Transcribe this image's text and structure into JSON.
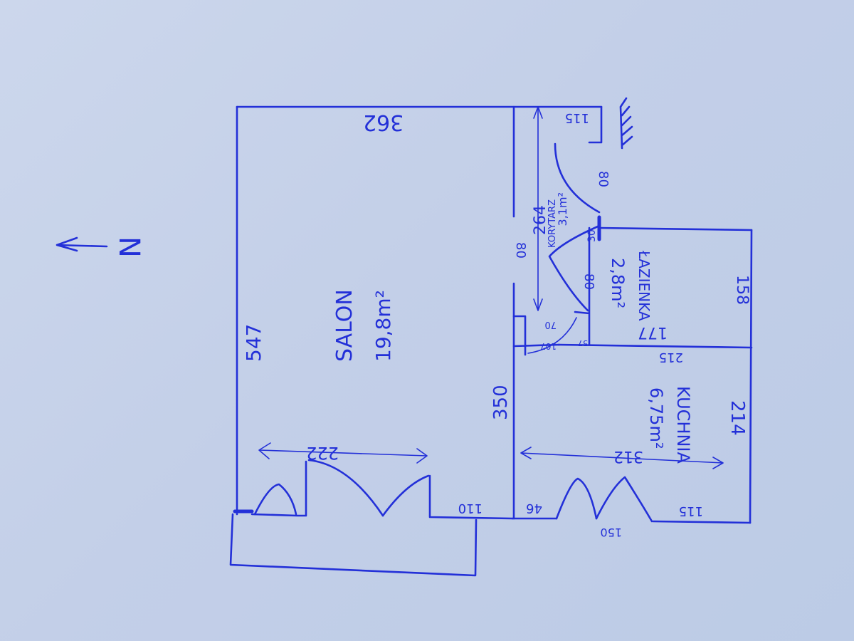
{
  "ink_color": "#2330d8",
  "paper_color": "#c7d3ea",
  "compass": {
    "letter": "N"
  },
  "rooms": {
    "salon": {
      "name": "SALON",
      "area": "19,8m²"
    },
    "kuchnia": {
      "name": "KUCHNIA",
      "area": "6,75m²"
    },
    "lazienka": {
      "name": "ŁAZIENKA",
      "area": "2,8m²"
    },
    "korytarz": {
      "name": "KORYTARZ",
      "area": "3,1m²"
    }
  },
  "dimensions": {
    "top_width": "362",
    "left_height": "547",
    "salon_kitchen_wall": "350",
    "window_width": "222",
    "front_segment": "110",
    "kitchen_small_segment": "46",
    "kitchen_window": "150",
    "kitchen_right_segment": "115",
    "kitchen_length": "312",
    "kitchen_depth": "214",
    "kitchen_top": "215",
    "bath_width": "177",
    "bath_depth": "158",
    "corridor_length": "264",
    "top_right_segment": "115",
    "door_corridor_left": "80",
    "door_bath": "80",
    "door_entrance": "80",
    "small_wall_30": "30",
    "small_70": "70",
    "small_107": "107",
    "small_57": "57"
  }
}
